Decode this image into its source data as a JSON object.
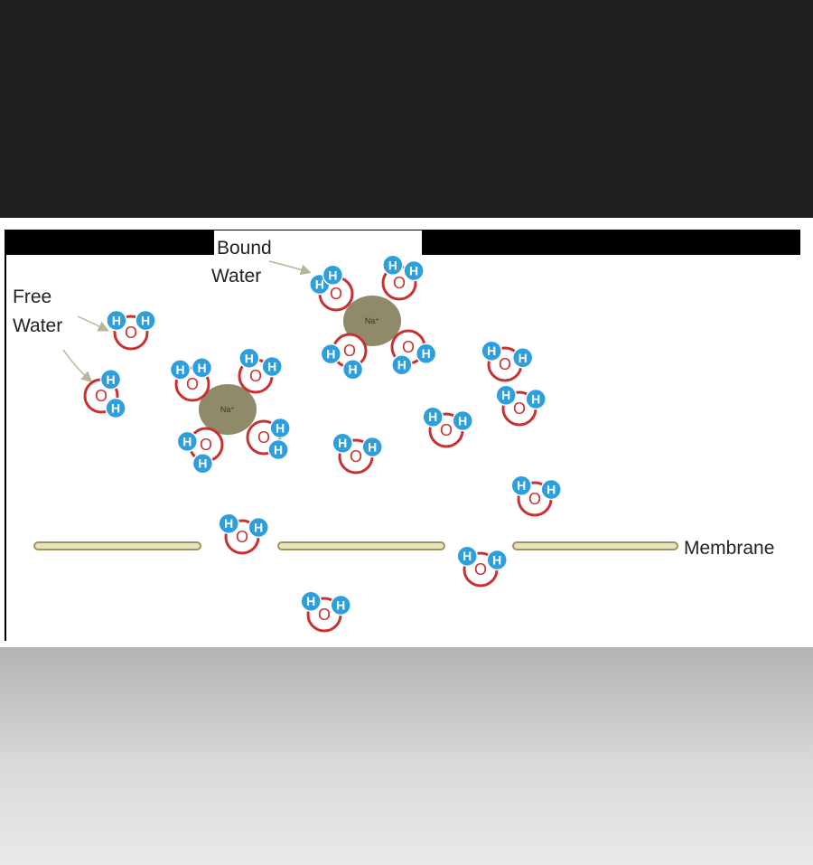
{
  "labels": {
    "bound_water": [
      "Bound",
      "Water"
    ],
    "free_water": [
      "Free",
      "Water"
    ],
    "membrane": "Membrane"
  },
  "atoms": {
    "ion": "Na⁺",
    "oxygen": "O",
    "hydrogen": "H"
  },
  "colors": {
    "background_top": "#211e1f",
    "panel": "#ffffff",
    "oxygen_ring": "#c8312f",
    "hydrogen": "#2e9fdc",
    "ion": "#8f8a6a",
    "membrane_fill": "#e7e2b8",
    "membrane_stroke": "#9c9466",
    "arrow": "#b9b495"
  }
}
